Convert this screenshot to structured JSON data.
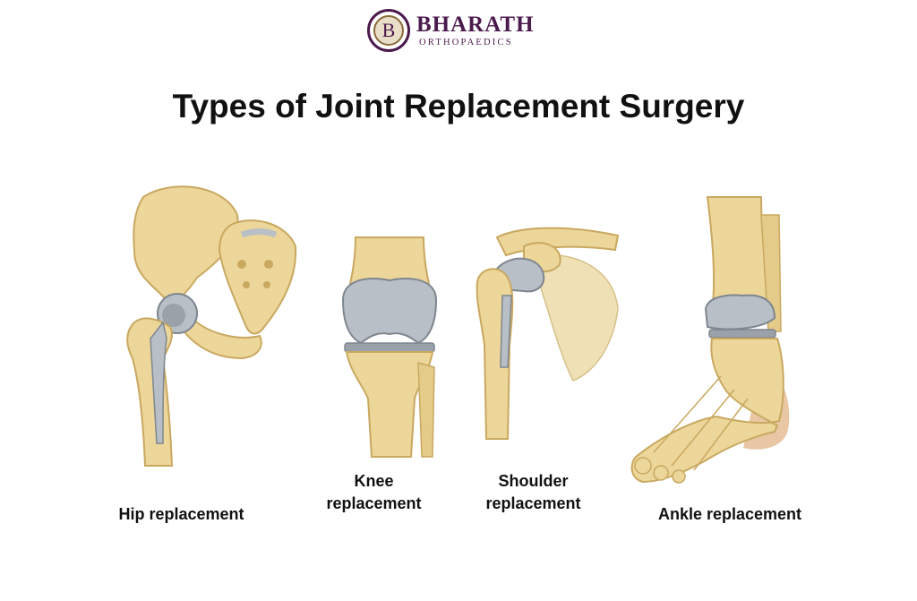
{
  "logo": {
    "letter": "B",
    "name": "BHARATH",
    "subtitle": "ORTHOPAEDICS"
  },
  "title": "Types of Joint Replacement Surgery",
  "illustrations": [
    {
      "id": "hip",
      "line1": "Hip replacement",
      "line2": ""
    },
    {
      "id": "knee",
      "line1": "Knee",
      "line2": "replacement"
    },
    {
      "id": "shoulder",
      "line1": "Shoulder",
      "line2": "replacement"
    },
    {
      "id": "ankle",
      "line1": "Ankle replacement",
      "line2": ""
    }
  ],
  "colors": {
    "bone": "#ecd69a",
    "bone_shadow": "#c9a860",
    "implant": "#b9bfc6",
    "implant_dark": "#7e868f",
    "skin": "#e3b98e",
    "brand": "#4b1a4d"
  }
}
